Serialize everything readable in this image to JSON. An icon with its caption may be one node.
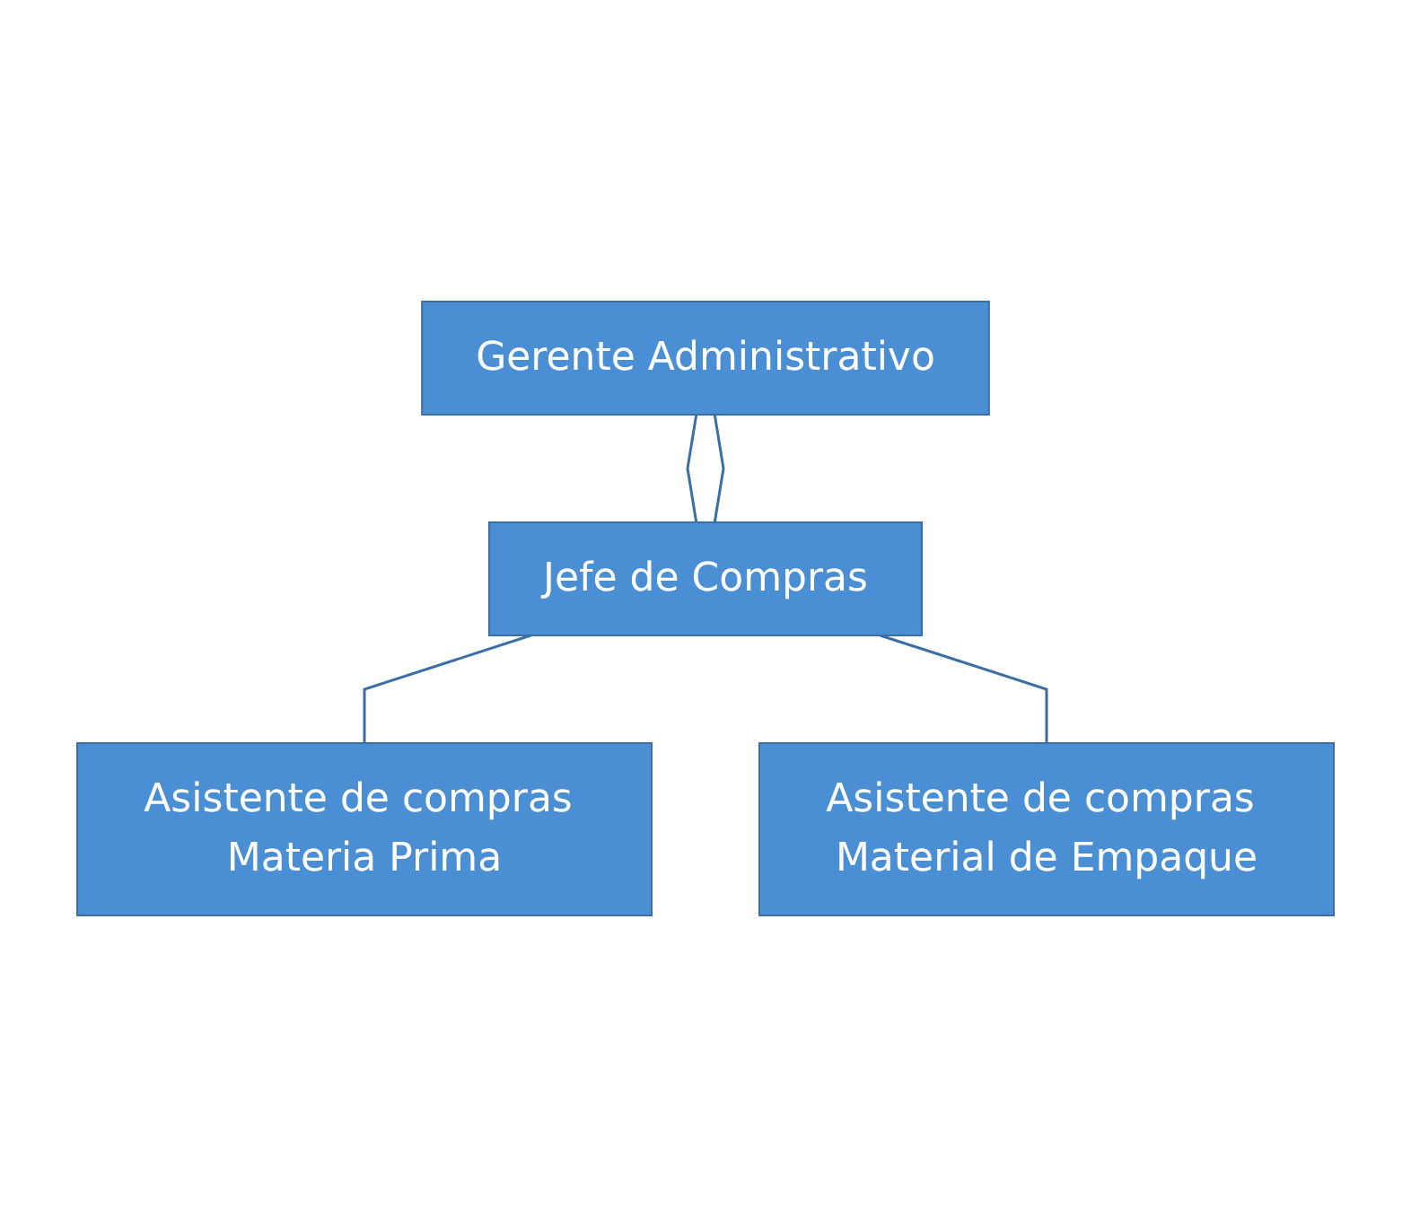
{
  "diagram": {
    "nodes": [
      {
        "text": [
          "Gerente Administrativo"
        ]
      },
      {
        "text": [
          "Jefe de Compras"
        ]
      },
      {
        "text": [
          "Asistente de compras Materia Prima"
        ]
      },
      {
        "text": [
          "Asistente de compras Material de Empaque"
        ]
      }
    ],
    "edges": [
      {
        "from": 0,
        "to": 1,
        "arrow": "none"
      },
      {
        "from": 0,
        "to": 1,
        "arrow": "none"
      },
      {
        "from": 1,
        "to": 2,
        "arrow": "none"
      },
      {
        "from": 1,
        "to": 3,
        "arrow": "none"
      }
    ]
  }
}
